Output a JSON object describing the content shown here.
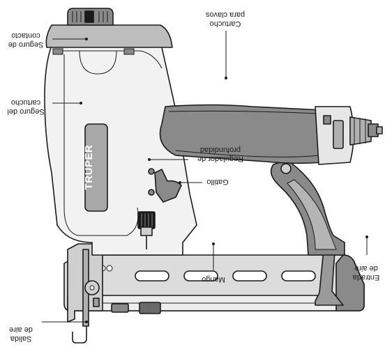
{
  "brand": "TRUPER",
  "labels": {
    "magazine": [
      "Cartucho",
      "para clavos"
    ],
    "contact_safety": [
      "Seguro de",
      "contacto"
    ],
    "magazine_lock": [
      "Seguro del",
      "cartucho"
    ],
    "depth_adjuster": [
      "Regulador de",
      "profundidad"
    ],
    "trigger": [
      "Gatillo"
    ],
    "handle": [
      "Mango"
    ],
    "air_inlet": [
      "Entrada",
      "de aire"
    ],
    "air_exhaust": [
      "Salida",
      "de aire"
    ]
  }
}
